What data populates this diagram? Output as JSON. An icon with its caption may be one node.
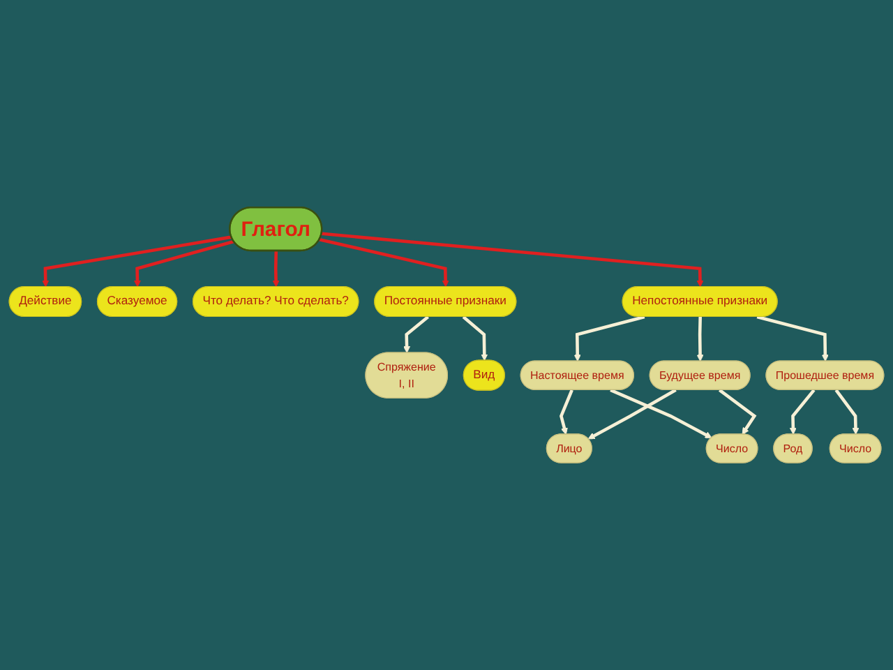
{
  "diagram": {
    "nodes": [
      {
        "text": [
          "Действие"
        ]
      },
      {
        "text": [
          "Сказуемое"
        ]
      },
      {
        "text": [
          "Что делать? Что сделать?"
        ]
      },
      {
        "text": [
          "Глагол"
        ]
      },
      {
        "text": [
          "Постоянные признаки"
        ]
      },
      {
        "text": [
          "Непостоянные признаки"
        ]
      },
      {
        "text": [
          "Спряжение",
          "I, II"
        ]
      },
      {
        "text": [
          "Вид"
        ]
      },
      {
        "text": [
          "Настоящее время"
        ]
      },
      {
        "text": [
          "Будущее время"
        ]
      },
      {
        "text": [
          "Прошедшее время"
        ]
      },
      {
        "text": [
          "Лицо"
        ]
      },
      {
        "text": [
          "Число"
        ]
      },
      {
        "text": [
          "Род"
        ]
      },
      {
        "text": [
          "Число"
        ]
      }
    ],
    "edges": [
      {
        "from": 3,
        "to": 0,
        "arrow": "to",
        "color": "#e02020"
      },
      {
        "from": 3,
        "to": 1,
        "arrow": "to",
        "color": "#e02020"
      },
      {
        "from": 3,
        "to": 2,
        "arrow": "to",
        "color": "#e02020"
      },
      {
        "from": 3,
        "to": 4,
        "arrow": "to",
        "color": "#e02020"
      },
      {
        "from": 3,
        "to": 5,
        "arrow": "to",
        "color": "#e02020"
      },
      {
        "from": 4,
        "to": 6,
        "arrow": "to"
      },
      {
        "from": 4,
        "to": 7,
        "arrow": "to"
      },
      {
        "from": 5,
        "to": 8,
        "arrow": "to"
      },
      {
        "from": 5,
        "to": 9,
        "arrow": "to"
      },
      {
        "from": 5,
        "to": 10,
        "arrow": "to"
      },
      {
        "from": 8,
        "to": 11,
        "arrow": "to"
      },
      {
        "from": 8,
        "to": 12,
        "arrow": "to"
      },
      {
        "from": 9,
        "to": 11,
        "arrow": "to"
      },
      {
        "from": 9,
        "to": 12,
        "arrow": "to"
      },
      {
        "from": 10,
        "to": 13,
        "arrow": "to"
      },
      {
        "from": 10,
        "to": 14,
        "arrow": "to"
      }
    ]
  }
}
